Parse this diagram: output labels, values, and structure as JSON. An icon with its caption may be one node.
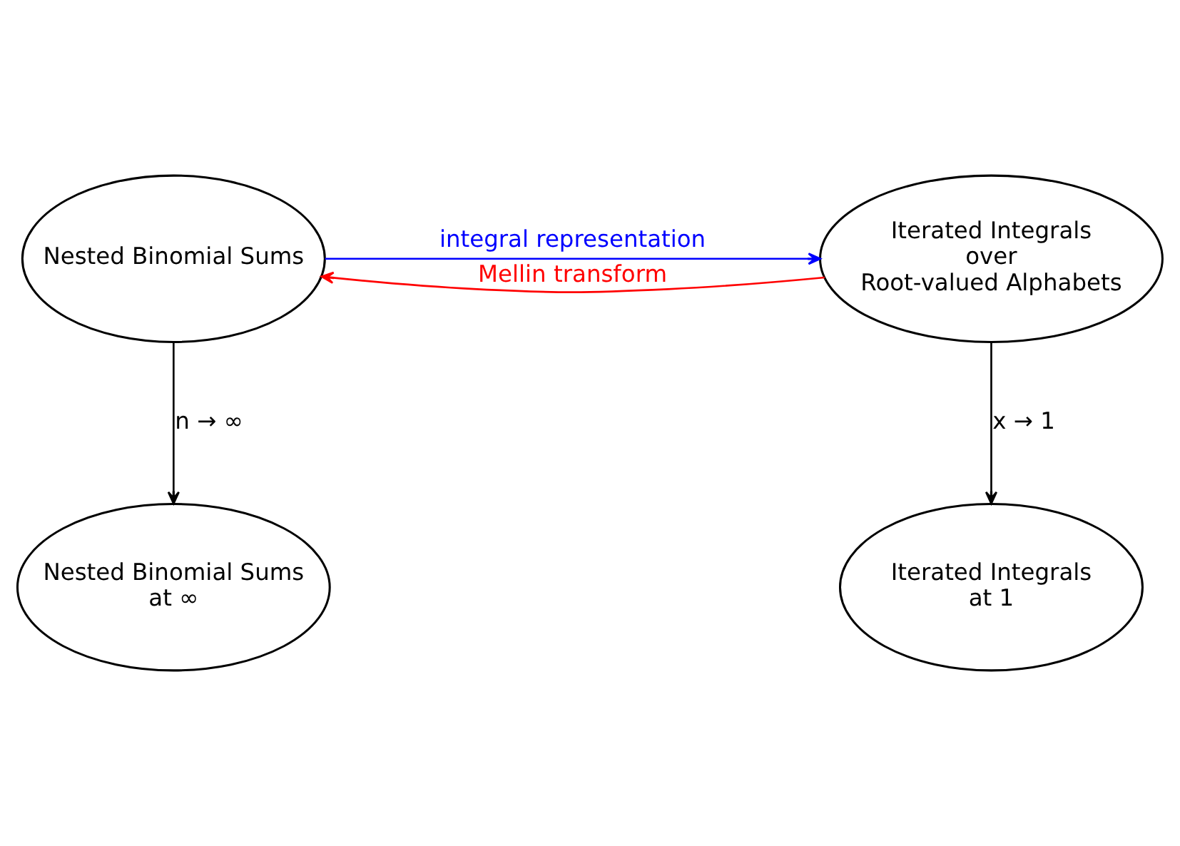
{
  "diagram": {
    "nodes": [
      {
        "text": [
          "Nested Binomial Sums"
        ]
      },
      {
        "text": [
          "Iterated Integrals over Root-valued Alphabets"
        ]
      },
      {
        "text": [
          "Nested Binomial Sums at ∞"
        ]
      },
      {
        "text": [
          "Iterated Integrals at 1"
        ]
      }
    ],
    "edges": [
      {
        "from": 0,
        "to": 1,
        "arrow": "to",
        "label": "integral representation",
        "color": "#0000ff"
      },
      {
        "from": 1,
        "to": 0,
        "arrow": "to",
        "label": "Mellin transform",
        "color": "#ff0000"
      },
      {
        "from": 0,
        "to": 2,
        "arrow": "to",
        "label": "n → ∞"
      },
      {
        "from": 1,
        "to": 3,
        "arrow": "to",
        "label": "x → 1"
      }
    ]
  }
}
